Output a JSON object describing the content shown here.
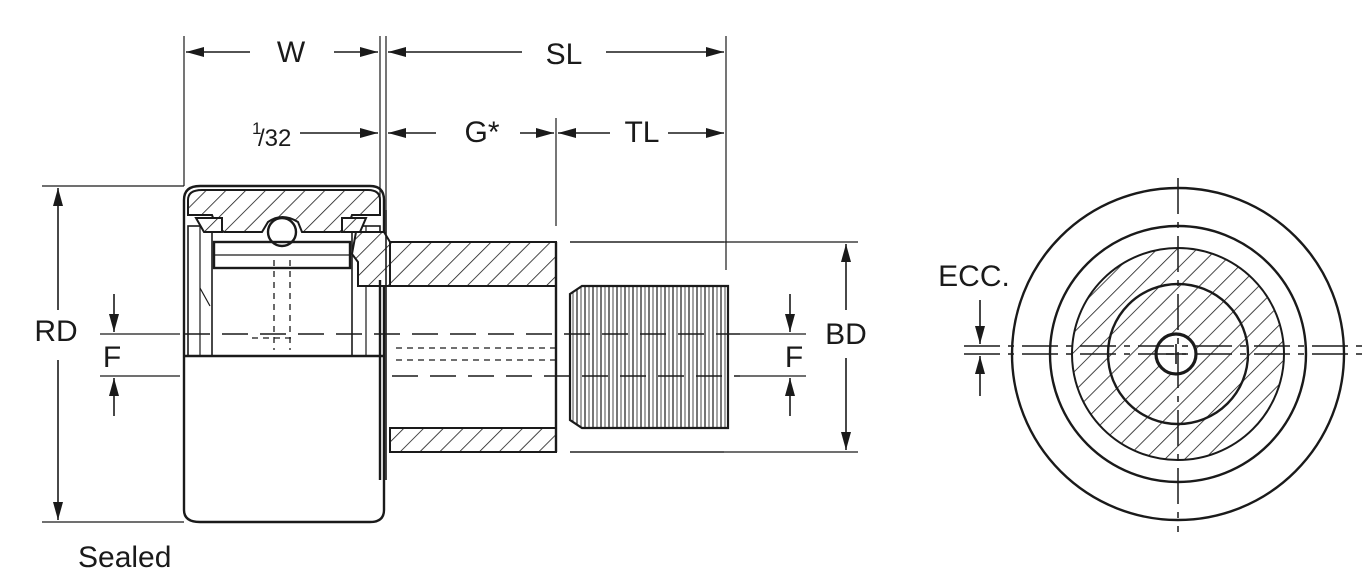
{
  "labels": {
    "w": "W",
    "sl": "SL",
    "frac_num": "1",
    "frac_den": "/32",
    "g": "G*",
    "tl": "TL",
    "rd": "RD",
    "f_left": "F",
    "bd": "BD",
    "f_right": "F",
    "ecc": "ECC.",
    "caption": "Sealed"
  }
}
